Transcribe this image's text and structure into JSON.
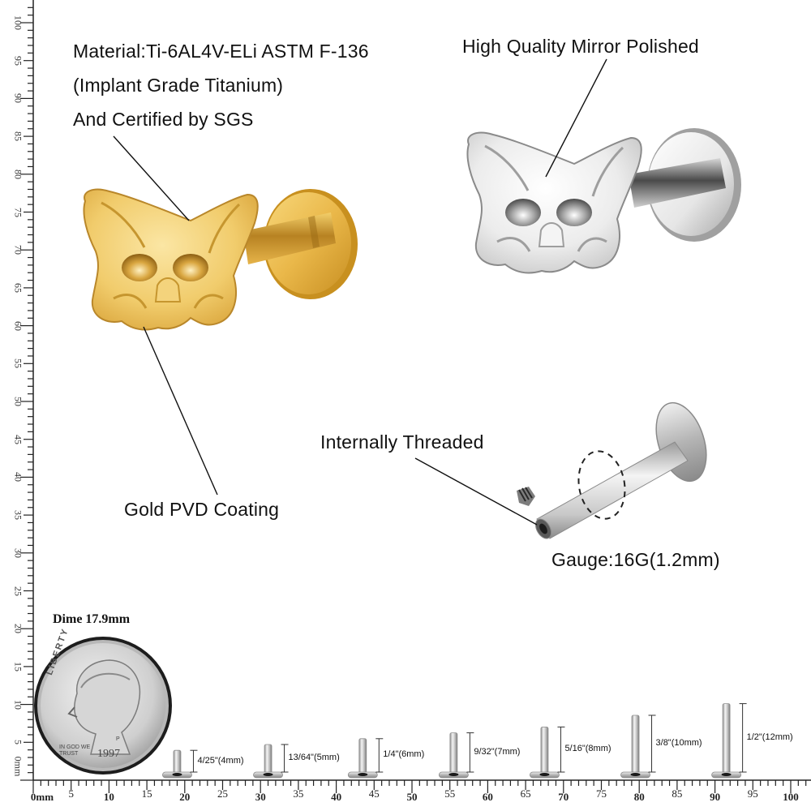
{
  "annotations": {
    "material_line1": "Material:Ti-6AL4V-ELi ASTM F-136",
    "material_line2": "(Implant Grade Titanium)",
    "material_line3": "And Certified by SGS",
    "polish": "High Quality Mirror Polished",
    "coating": "Gold PVD Coating",
    "threading": "Internally Threaded",
    "gauge": "Gauge:16G(1.2mm)"
  },
  "coin": {
    "label": "Dime 17.9mm",
    "legend": "LIBERTY",
    "motto": "IN GOD WE TRUST",
    "year": "1997",
    "mint": "P"
  },
  "colors": {
    "gold": "#e2b544",
    "gold_dark": "#b8862a",
    "silver": "#e8e8e8",
    "silver_dark": "#9a9a9a",
    "ruler": "#222222"
  },
  "ruler": {
    "horizontal_unit_label": "0mm",
    "horizontal_ticks": [
      "5",
      "10",
      "15",
      "20",
      "25",
      "30",
      "35",
      "40",
      "45",
      "50",
      "55",
      "60",
      "65",
      "70",
      "75",
      "80",
      "85",
      "90",
      "95",
      "100"
    ],
    "vertical_unit_label": "0mm",
    "vertical_ticks": [
      "5",
      "10",
      "15",
      "20",
      "25",
      "30",
      "35",
      "40",
      "45",
      "50",
      "55",
      "60",
      "65",
      "70",
      "75",
      "80",
      "85",
      "90",
      "95",
      "100"
    ]
  },
  "post_lengths": [
    {
      "label": "4/25\"(4mm)",
      "mm": 4
    },
    {
      "label": "13/64\"(5mm)",
      "mm": 5
    },
    {
      "label": "1/4\"(6mm)",
      "mm": 6
    },
    {
      "label": "9/32\"(7mm)",
      "mm": 7
    },
    {
      "label": "5/16\"(8mm)",
      "mm": 8
    },
    {
      "label": "3/8\"(10mm)",
      "mm": 10
    },
    {
      "label": "1/2\"(12mm)",
      "mm": 12
    }
  ]
}
